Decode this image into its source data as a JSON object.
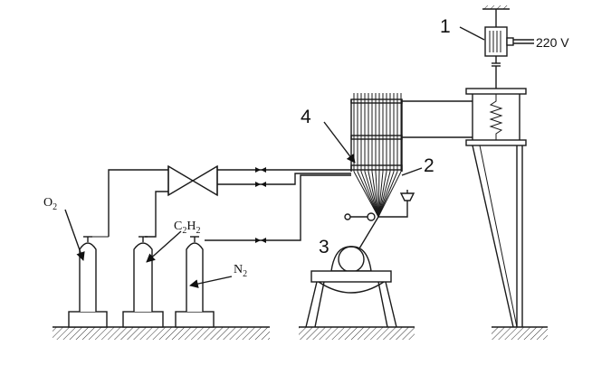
{
  "labels": {
    "motor_number": "1",
    "rod_bundle_number": "2",
    "spool_number": "3",
    "heater_number": "4",
    "voltage": "220 V",
    "oxygen": {
      "main": "O",
      "sub": "2"
    },
    "acetylene": {
      "main1": "C",
      "sub1": "2",
      "main2": "H",
      "sub2": "2"
    },
    "nitrogen": {
      "main": "N",
      "sub": "2"
    }
  }
}
